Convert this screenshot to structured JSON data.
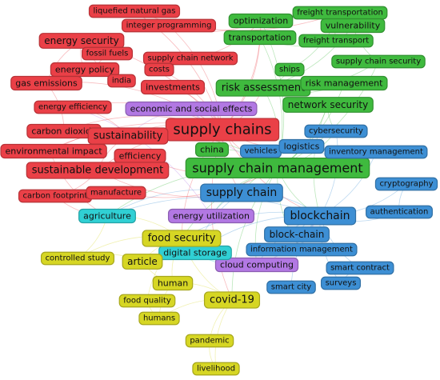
{
  "colors": {
    "red": "#ea4047",
    "green": "#3fba3e",
    "blue": "#3d8fd4",
    "yellow": "#d6d624",
    "purple": "#b278e3",
    "cyan": "#30d0d4"
  },
  "nodes": [
    {
      "id": "liquefied-natural-gas",
      "label": "liquefied natural gas",
      "cluster": "red"
    },
    {
      "id": "integer-programming",
      "label": "integer programming",
      "cluster": "red"
    },
    {
      "id": "energy-security",
      "label": "energy security",
      "cluster": "red"
    },
    {
      "id": "fossil-fuels",
      "label": "fossil fuels",
      "cluster": "red"
    },
    {
      "id": "supply-chain-network",
      "label": "supply chain network",
      "cluster": "red"
    },
    {
      "id": "energy-policy",
      "label": "energy policy",
      "cluster": "red"
    },
    {
      "id": "costs",
      "label": "costs",
      "cluster": "red"
    },
    {
      "id": "india",
      "label": "india",
      "cluster": "red"
    },
    {
      "id": "gas-emissions",
      "label": "gas emissions",
      "cluster": "red"
    },
    {
      "id": "investments",
      "label": "investments",
      "cluster": "red"
    },
    {
      "id": "energy-efficiency",
      "label": "energy efficiency",
      "cluster": "red"
    },
    {
      "id": "carbon-dioxide",
      "label": "carbon dioxide",
      "cluster": "red"
    },
    {
      "id": "supply-chains",
      "label": "supply chains",
      "cluster": "red"
    },
    {
      "id": "sustainability",
      "label": "sustainability",
      "cluster": "red"
    },
    {
      "id": "environmental-impact",
      "label": "environmental impact",
      "cluster": "red"
    },
    {
      "id": "efficiency",
      "label": "efficiency",
      "cluster": "red"
    },
    {
      "id": "sustainable-development",
      "label": "sustainable development",
      "cluster": "red"
    },
    {
      "id": "carbon-footprint",
      "label": "carbon footprint",
      "cluster": "red"
    },
    {
      "id": "manufacture",
      "label": "manufacture",
      "cluster": "red"
    },
    {
      "id": "optimization",
      "label": "optimization",
      "cluster": "green"
    },
    {
      "id": "freight-transportation",
      "label": "freight transportation",
      "cluster": "green"
    },
    {
      "id": "vulnerability",
      "label": "vulnerability",
      "cluster": "green"
    },
    {
      "id": "transportation",
      "label": "transportation",
      "cluster": "green"
    },
    {
      "id": "freight-transport",
      "label": "freight transport",
      "cluster": "green"
    },
    {
      "id": "supply-chain-security",
      "label": "supply chain security",
      "cluster": "green"
    },
    {
      "id": "ships",
      "label": "ships",
      "cluster": "green"
    },
    {
      "id": "risk-assessment",
      "label": "risk assessment",
      "cluster": "green"
    },
    {
      "id": "risk-management",
      "label": "risk management",
      "cluster": "green"
    },
    {
      "id": "network-security",
      "label": "network security",
      "cluster": "green"
    },
    {
      "id": "china",
      "label": "china",
      "cluster": "green"
    },
    {
      "id": "supply-chain-management",
      "label": "supply chain management",
      "cluster": "green"
    },
    {
      "id": "cybersecurity",
      "label": "cybersecurity",
      "cluster": "blue"
    },
    {
      "id": "vehicles",
      "label": "vehicles",
      "cluster": "blue"
    },
    {
      "id": "logistics",
      "label": "logistics",
      "cluster": "blue"
    },
    {
      "id": "inventory-management",
      "label": "inventory management",
      "cluster": "blue"
    },
    {
      "id": "cryptography",
      "label": "cryptography",
      "cluster": "blue"
    },
    {
      "id": "supply-chain",
      "label": "supply chain",
      "cluster": "blue"
    },
    {
      "id": "blockchain",
      "label": "blockchain",
      "cluster": "blue"
    },
    {
      "id": "authentication",
      "label": "authentication",
      "cluster": "blue"
    },
    {
      "id": "block-chain",
      "label": "block-chain",
      "cluster": "blue"
    },
    {
      "id": "information-management",
      "label": "information management",
      "cluster": "blue"
    },
    {
      "id": "smart-contract",
      "label": "smart contract",
      "cluster": "blue"
    },
    {
      "id": "surveys",
      "label": "surveys",
      "cluster": "blue"
    },
    {
      "id": "smart-city",
      "label": "smart city",
      "cluster": "blue"
    },
    {
      "id": "economic-and-social-effects",
      "label": "economic and social effects",
      "cluster": "purple"
    },
    {
      "id": "energy-utilization",
      "label": "energy utilization",
      "cluster": "purple"
    },
    {
      "id": "cloud-computing",
      "label": "cloud computing",
      "cluster": "purple"
    },
    {
      "id": "agriculture",
      "label": "agriculture",
      "cluster": "cyan"
    },
    {
      "id": "digital-storage",
      "label": "digital storage",
      "cluster": "cyan"
    },
    {
      "id": "food-security",
      "label": "food security",
      "cluster": "yellow"
    },
    {
      "id": "controlled-study",
      "label": "controlled study",
      "cluster": "yellow"
    },
    {
      "id": "article",
      "label": "article",
      "cluster": "yellow"
    },
    {
      "id": "human",
      "label": "human",
      "cluster": "yellow"
    },
    {
      "id": "food-quality",
      "label": "food quality",
      "cluster": "yellow"
    },
    {
      "id": "covid-19",
      "label": "covid-19",
      "cluster": "yellow"
    },
    {
      "id": "humans",
      "label": "humans",
      "cluster": "yellow"
    },
    {
      "id": "pandemic",
      "label": "pandemic",
      "cluster": "yellow"
    },
    {
      "id": "livelihood",
      "label": "livelihood",
      "cluster": "yellow"
    }
  ]
}
